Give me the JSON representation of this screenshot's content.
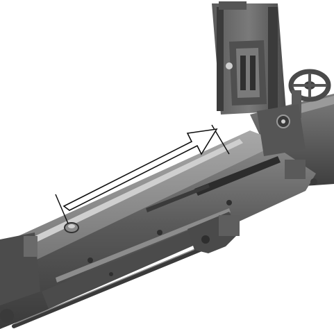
{
  "image": {
    "subject": "mechanism-photo",
    "style": "grayscale",
    "annotation": {
      "kind": "outlined-arrow",
      "direction": "toward-upper-right"
    },
    "colors": {
      "background": "#ffffff",
      "metal_dark": "#3f3f3f",
      "metal_mid": "#6b6b6b",
      "metal_light": "#9a9a9a",
      "highlight": "#d8d8d8",
      "arrow_stroke": "#111111",
      "arrow_fill": "#ffffff"
    }
  }
}
